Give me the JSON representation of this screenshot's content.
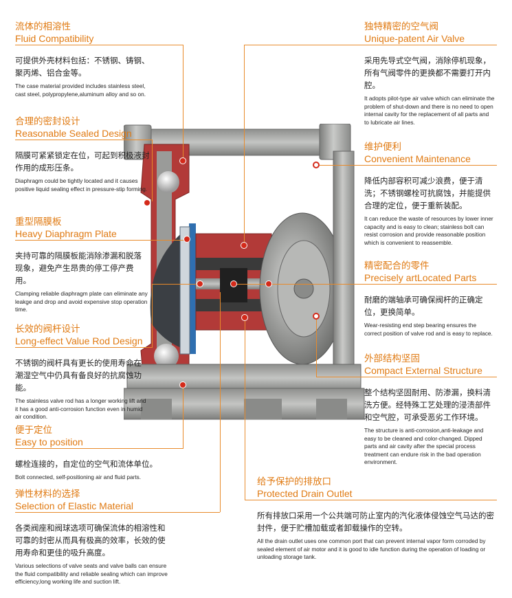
{
  "features": [
    {
      "id": "fluid",
      "cn": "流体的相溶性",
      "en": "Fluid Compatibility",
      "desc_cn": "可提供外壳材料包括：不锈钢、铸钢、聚丙烯、铝合金等。",
      "desc_en": "The case material provided includes stainless steel, cast steel, polypropylene,aluminum alloy and so on."
    },
    {
      "id": "sealed",
      "cn": "合理的密封设计",
      "en": "Reasonable Sealed Design",
      "desc_cn": "隔膜可紧紧锁定在位，可起到积极液封作用的成形压条。",
      "desc_en": "Diaphragm could be tightly located and it causes positive liquid sealing effect in pressure-stip forming."
    },
    {
      "id": "diaphragm",
      "cn": "重型隔膜板",
      "en": "Heavy Diaphragm Plate",
      "desc_cn": "夹持可靠的隔膜板能消除渗漏和脱落现象，避免产生昂贵的停工停产费用。",
      "desc_en": "Clamping reliable diaphragm plate can eliminate any leakge and drop and avoid expensive stop operation time."
    },
    {
      "id": "rod",
      "cn": "长效的阀杆设计",
      "en": "Long-effect Value Rod Design",
      "desc_cn": "不锈钢的阀杆具有更长的使用寿命在潮湿空气中仍具有备良好的抗腐蚀功能。",
      "desc_en": "The stainless valve rod has a longer working lift and it has a good anti-corrosion function even in humid air condition."
    },
    {
      "id": "position",
      "cn": "便于定位",
      "en": "Easy to position",
      "desc_cn": "螺栓连接的，自定位的空气和流体单位。",
      "desc_en": "Bolt connected, self-positioning air and fluid parts."
    },
    {
      "id": "elastic",
      "cn": "弹性材料的选择",
      "en": "Selection of Elastic Material",
      "desc_cn": "各类阀座和阀球选项可确保流体的相溶性和可靠的封密从而具有极高的效率，长效的使用寿命和更佳的吸升高度。",
      "desc_en": "Various selections of valve seats and valve balls can ensure the fluid compatibility and reliable sealing which can improve efficiency,long working life and suction lift."
    },
    {
      "id": "airvalve",
      "cn": "独特精密的空气阀",
      "en": "Unique-patent Air Valve",
      "desc_cn": "采用先导式空气阀，消除停机现象，所有气阀零件的更换都不需要打开内腔。",
      "desc_en": "It adopts pilot-type air valve which can eliminate the problem of shut-down and there is no need to open internal cavity for the replacement of all parts and to lubricate air lines."
    },
    {
      "id": "maintenance",
      "cn": "维护便利",
      "en": "Convenient Maintenance",
      "desc_cn": "降低内部容积可减少浪费，便于清洗；不锈钢螺栓可抗腐蚀，并能提供合理的定位，便于重新装配。",
      "desc_en": "It can reduce the waste of resources by lower inner capacity and is easy to clean; stainless bolt can resist corrosion and provide reasonable position which is convenient to reassemble."
    },
    {
      "id": "precise",
      "cn": "精密配合的零件",
      "en": "Precisely artLocated Parts",
      "desc_cn": "耐磨的端轴承可确保阀杆的正确定位，更换简单。",
      "desc_en": "Wear-resisting end step bearing ensures the correct position of valve rod and is easy to replace."
    },
    {
      "id": "compact",
      "cn": "外部结构坚固",
      "en": "Compact External Structure",
      "desc_cn": "整个结构坚固耐用、防渗漏，换料清洗方便。经特殊工艺处理的浸渍部件和空气腔，可承受恶劣工作环境。",
      "desc_en": "The structure is anti-corrosion,anti-leakage and easy to be cleaned and color-changed. Dipped parts and air cavity after the special process treatment can endure risk in the bad operation environment."
    },
    {
      "id": "drain",
      "cn": "给予保护的排放口",
      "en": "Protected Drain Outlet",
      "desc_cn": "所有排放口采用一个公共端可防止室内的汽化液体侵蚀空气马达的密封件，便于贮槽加载或者卸载操作的空转。",
      "desc_en": "All the drain outlet uses one common port that can prevent internal vapor form corroded by sealed element of air motor and it is good to idle function during the operation of loading or unloading storage tank."
    }
  ],
  "colors": {
    "accent": "#e07a12",
    "marker": "#d42a1a",
    "cutaway": "#b23a38",
    "metal": "#a9aaa8"
  }
}
